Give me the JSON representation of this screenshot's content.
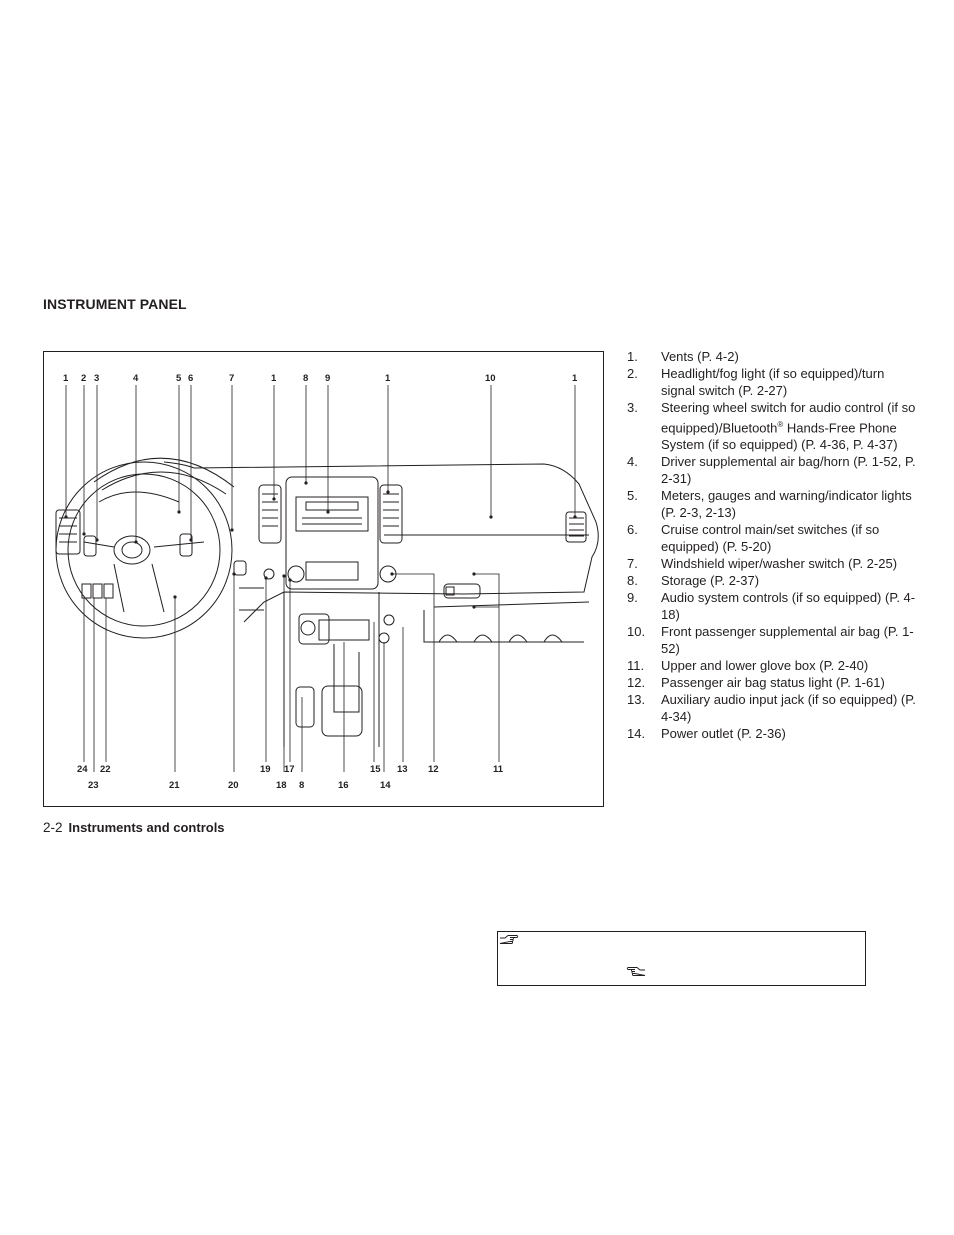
{
  "section": {
    "title": "INSTRUMENT PANEL"
  },
  "figure": {
    "callouts_top": [
      "1",
      "2",
      "3",
      "4",
      "5",
      "6",
      "7",
      "1",
      "8",
      "9",
      "1",
      "10",
      "1"
    ],
    "callouts_bottom": [
      "24",
      "22",
      "23",
      "21",
      "20",
      "19",
      "18",
      "17",
      "8",
      "16",
      "15",
      "14",
      "13",
      "12",
      "11"
    ]
  },
  "legend": [
    {
      "num": "1.",
      "text": "Vents (P. 4-2)"
    },
    {
      "num": "2.",
      "text": "Headlight/fog light (if so equipped)/turn signal switch (P. 2-27)"
    },
    {
      "num": "3.",
      "text": "Steering wheel switch for audio control (if so equipped)/Bluetooth",
      "sup": "®",
      "text2": " Hands-Free Phone System (if so equipped) (P. 4-36, P. 4-37)"
    },
    {
      "num": "4.",
      "text": "Driver supplemental air bag/horn (P. 1-52, P. 2-31)"
    },
    {
      "num": "5.",
      "text": "Meters, gauges and warning/indicator lights (P. 2-3, 2-13)"
    },
    {
      "num": "6.",
      "text": "Cruise control main/set switches (if so equipped) (P. 5-20)"
    },
    {
      "num": "7.",
      "text": "Windshield wiper/washer switch (P. 2-25)"
    },
    {
      "num": "8.",
      "text": "Storage (P. 2-37)"
    },
    {
      "num": "9.",
      "text": "Audio system controls (if so equipped) (P. 4-18)"
    },
    {
      "num": "10.",
      "text": "Front passenger supplemental air bag (P. 1-52)"
    },
    {
      "num": "11.",
      "text": "Upper and lower glove box (P. 2-40)"
    },
    {
      "num": "12.",
      "text": "Passenger air bag status light (P. 1-61)"
    },
    {
      "num": "13.",
      "text": "Auxiliary audio input jack (if so equipped) (P. 4-34)"
    },
    {
      "num": "14.",
      "text": "Power outlet (P. 2-36)"
    }
  ],
  "footer": {
    "page": "2-2",
    "chapter": "Instruments and controls"
  },
  "icons": {
    "pointer": "pointing-hand-icon",
    "back": "back-hand-icon"
  }
}
